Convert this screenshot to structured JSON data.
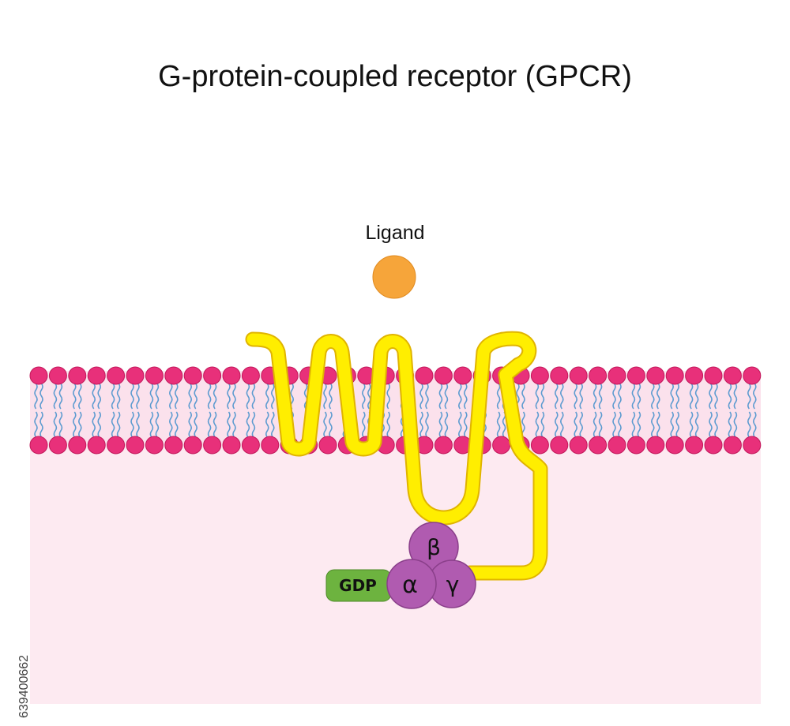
{
  "diagram": {
    "title": "G-protein-coupled receptor (GPCR)",
    "ligand_label": "Ligand",
    "gdp_label": "GDP",
    "subunits": {
      "alpha": "α",
      "beta": "β",
      "gamma": "γ"
    },
    "stock_id": "639400662"
  },
  "colors": {
    "cytoplasm": "#fdeaf1",
    "membrane_interior": "#fbe1ec",
    "phospholipid_head": "#e8307a",
    "phospholipid_head_stroke": "#c2185b",
    "lipid_tail": "#5c9bd0",
    "receptor": "#ffee00",
    "receptor_stroke": "#e0b400",
    "ligand": "#f6a53a",
    "g_protein": "#b05bb0",
    "gdp": "#6db33f"
  }
}
